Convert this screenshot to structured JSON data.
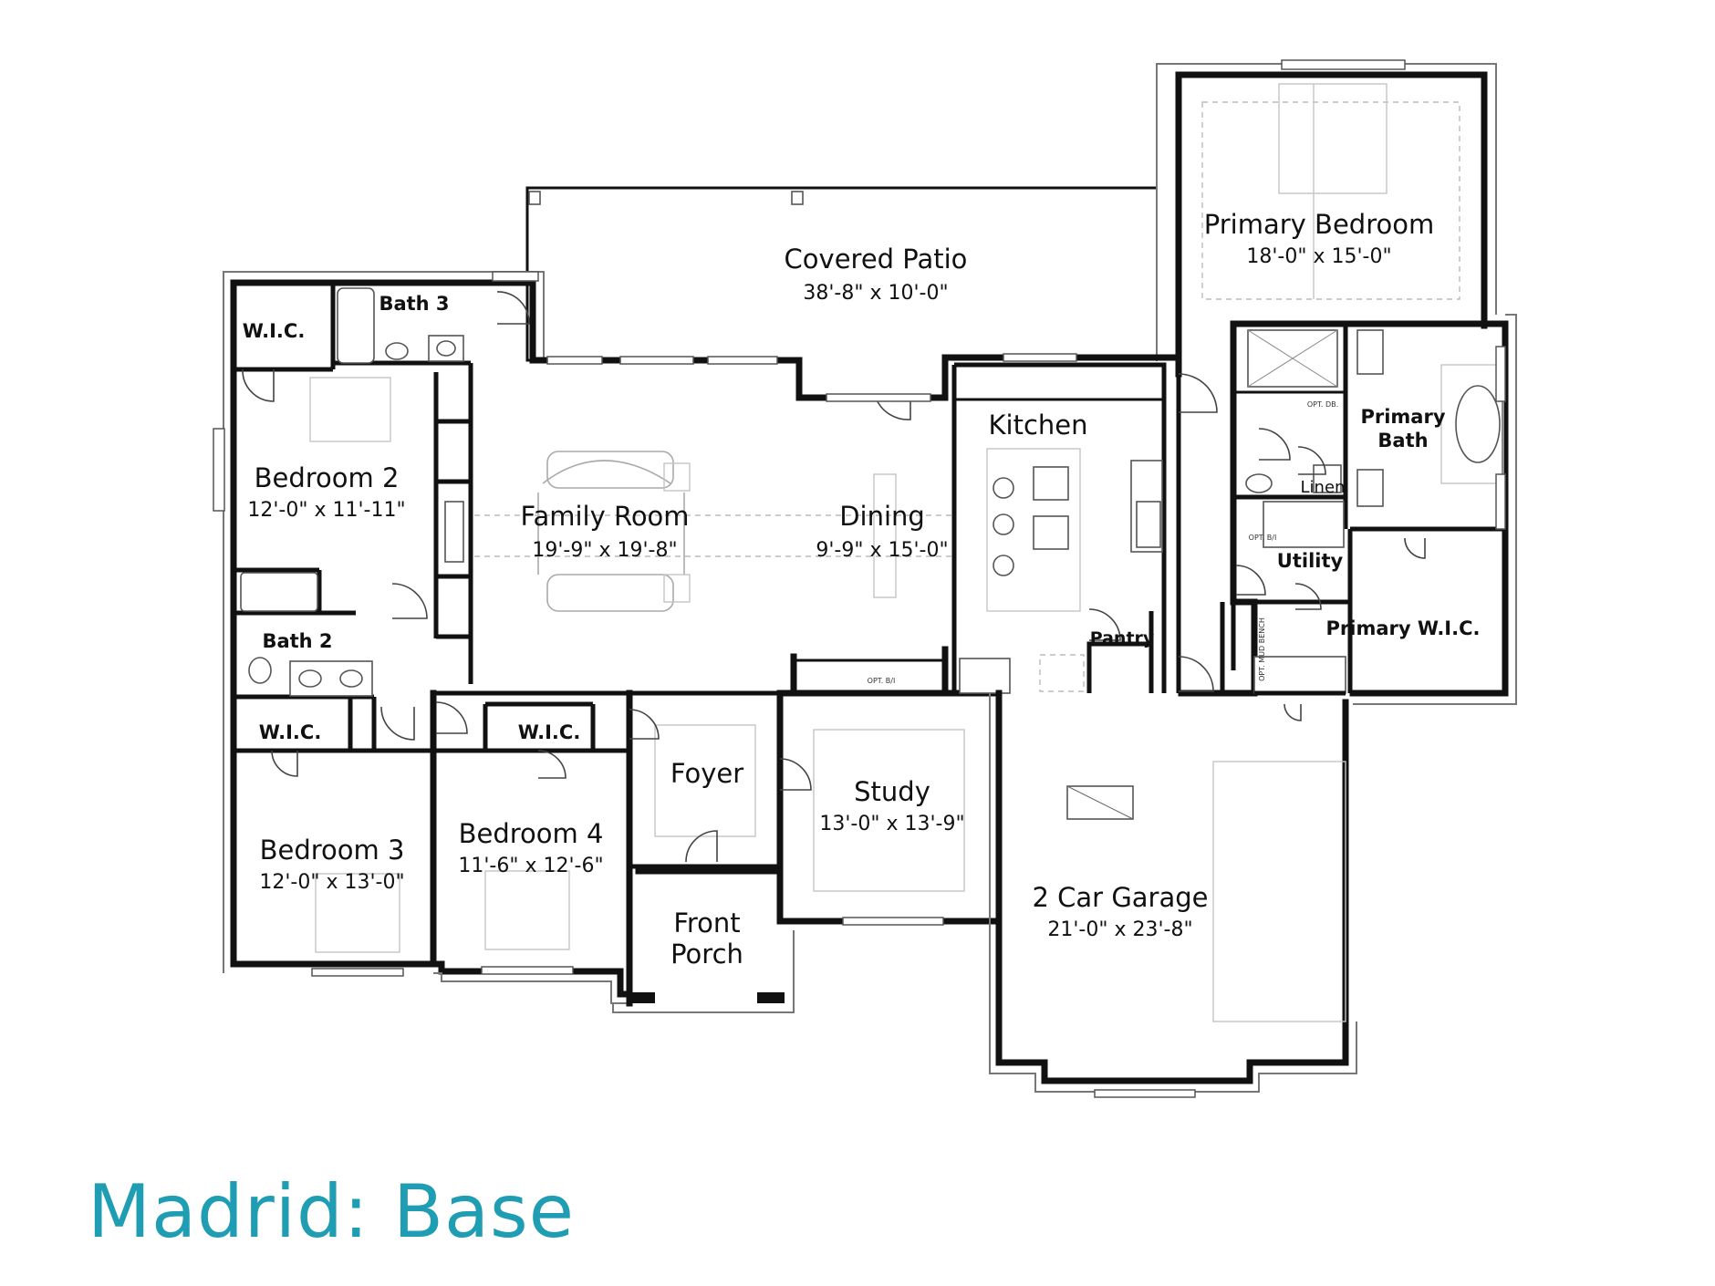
{
  "title": "Madrid: Base",
  "colors": {
    "title": "#1e9db3",
    "walls": "#111111",
    "furniture": "#aaaaaa"
  },
  "rooms": {
    "covered_patio": {
      "name": "Covered Patio",
      "dims": "38'-8\" x 10'-0\""
    },
    "primary_bedroom": {
      "name": "Primary Bedroom",
      "dims": "18'-0\" x 15'-0\""
    },
    "bath3": {
      "name": "Bath 3"
    },
    "wic_top_left": {
      "name": "W.I.C."
    },
    "bedroom2": {
      "name": "Bedroom 2",
      "dims": "12'-0\" x 11'-11\""
    },
    "family_room": {
      "name": "Family Room",
      "dims": "19'-9\" x 19'-8\""
    },
    "dining": {
      "name": "Dining",
      "dims": "9'-9\" x 15'-0\""
    },
    "kitchen": {
      "name": "Kitchen"
    },
    "pantry": {
      "name": "Pantry"
    },
    "primary_bath": {
      "name": "Primary",
      "name2": "Bath"
    },
    "linen": {
      "name": "Linen"
    },
    "utility": {
      "name": "Utility"
    },
    "primary_wic": {
      "name": "Primary W.I.C."
    },
    "bath2": {
      "name": "Bath 2"
    },
    "wic_bed3": {
      "name": "W.I.C."
    },
    "wic_bed4": {
      "name": "W.I.C."
    },
    "foyer": {
      "name": "Foyer"
    },
    "study": {
      "name": "Study",
      "dims": "13'-0\" x 13'-9\""
    },
    "bedroom3": {
      "name": "Bedroom 3",
      "dims": "12'-0\" x 13'-0\""
    },
    "bedroom4": {
      "name": "Bedroom 4",
      "dims": "11'-6\" x 12'-6\""
    },
    "front_porch": {
      "name": "Front",
      "name2": "Porch"
    },
    "garage": {
      "name": "2 Car Garage",
      "dims": "21'-0\" x 23'-8\""
    }
  },
  "notes": {
    "opt_bi_dining": "OPT. B/I",
    "opt_mud_bench": "OPT. MUD BENCH",
    "opt_bi_utility": "OPT. B/I",
    "opt_db": "OPT. DB."
  }
}
